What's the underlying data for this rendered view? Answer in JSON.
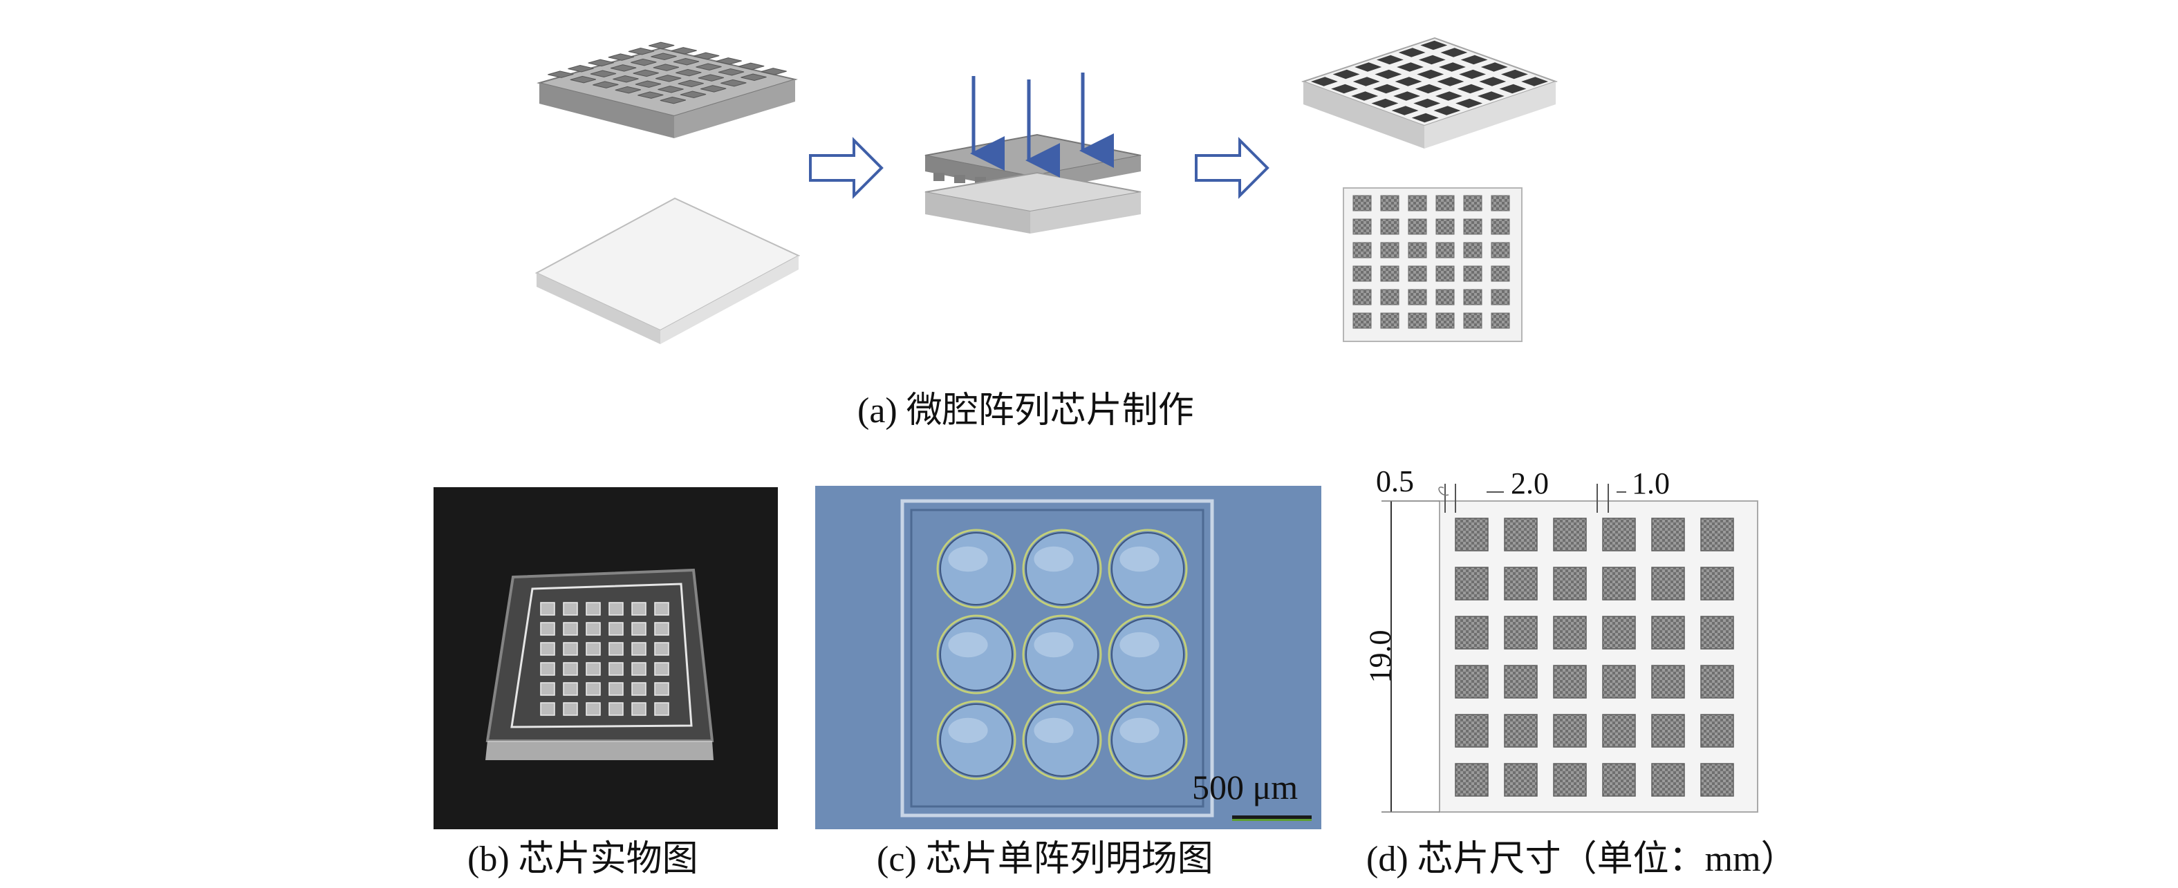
{
  "captions": {
    "a": "(a) 微腔阵列芯片制作",
    "b": "(b) 芯片实物图",
    "c": "(c) 芯片单阵列明场图",
    "d": "(d) 芯片尺寸（单位：mm）"
  },
  "photo_c": {
    "scale_bar_label": "500 μm"
  },
  "dimensions": {
    "edge_margin": "0.5",
    "cavity_size": "2.0",
    "cavity_gap": "1.0",
    "chip_side": "19.0"
  },
  "array": {
    "rows": 6,
    "cols": 6
  },
  "colors": {
    "arrow_blue": "#3f5fa8",
    "mold_gray": "#8f8f8f",
    "chip_white": "#f2f2f2",
    "photo_b_bg": "#191919",
    "photo_c_bg": "#6d8cb6"
  }
}
